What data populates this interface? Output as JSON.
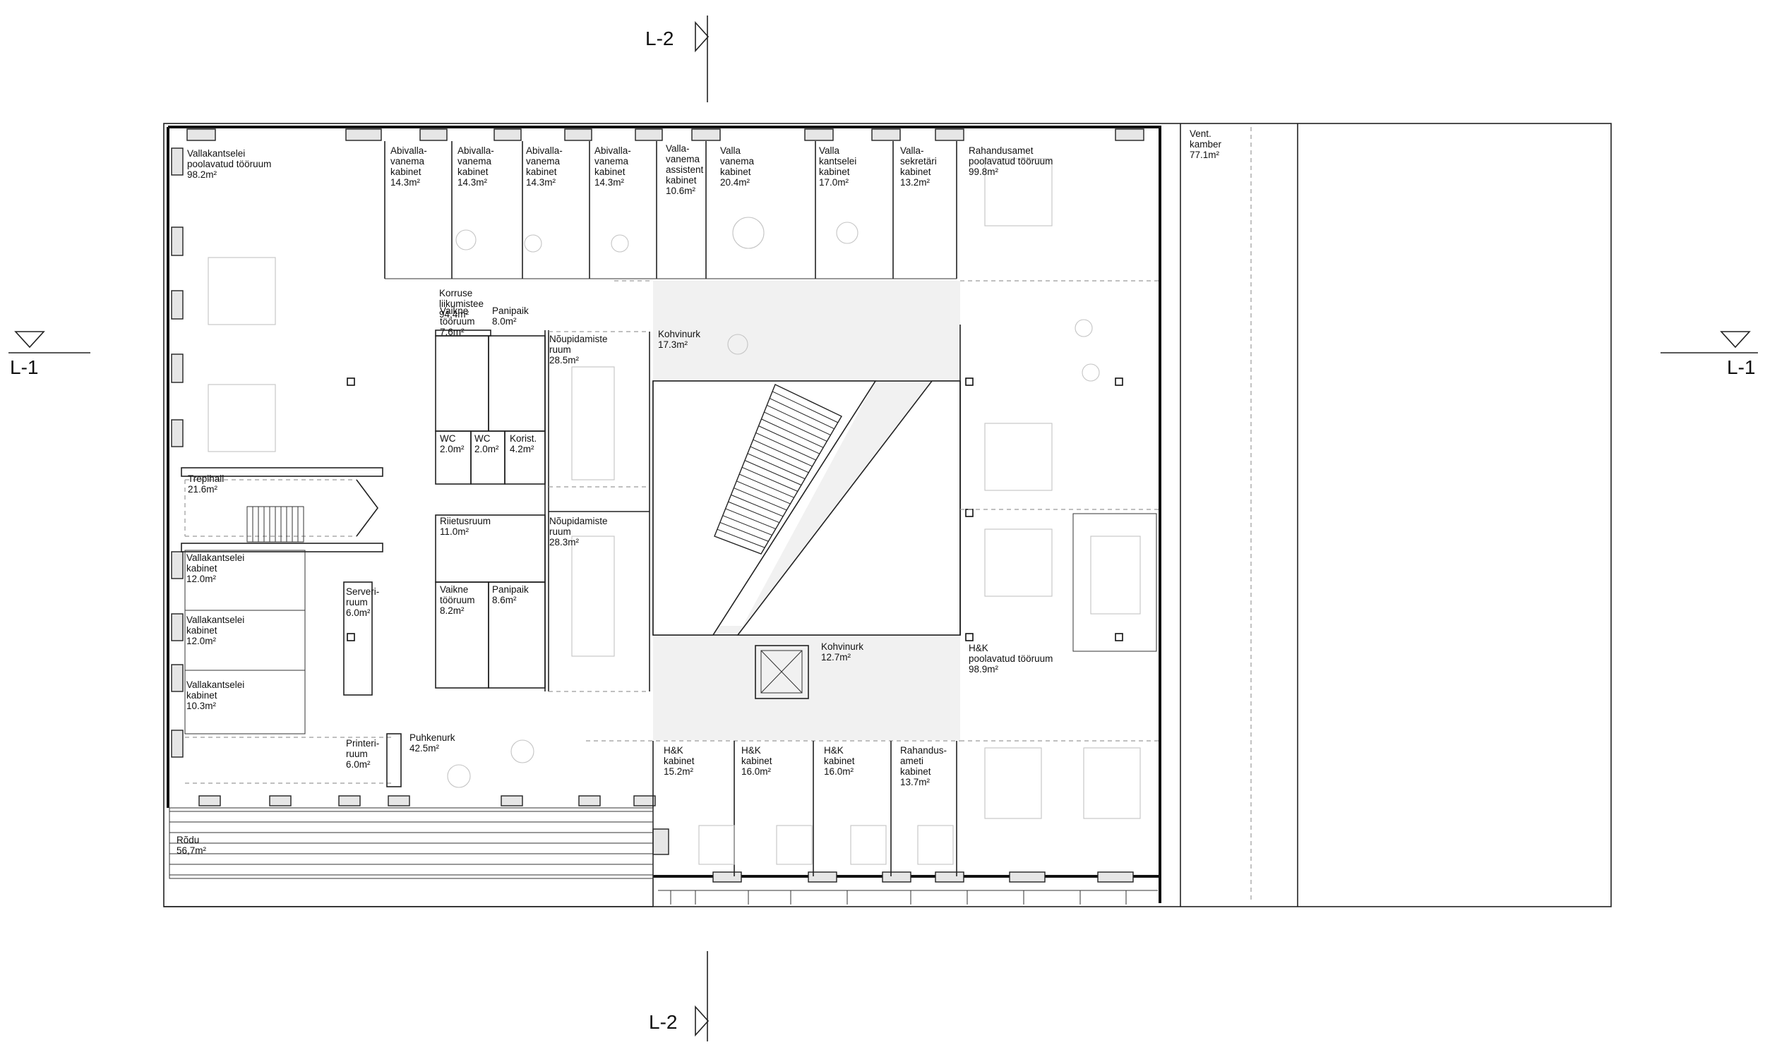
{
  "colors": {
    "wall": "#222222",
    "furniture": "#c4c4c4",
    "shaded_area": "#f1f1f1",
    "background": "#ffffff"
  },
  "section_markers": {
    "l1_left": "L-1",
    "l1_right": "L-1",
    "l2_top": "L-2",
    "l2_bottom": "L-2"
  },
  "rooms": [
    {
      "id": "vallakantselei-poolavatud",
      "lines": [
        "Vallakantselei",
        "poolavatud tööruum",
        "98.2m²"
      ]
    },
    {
      "id": "abivallavanema-1",
      "lines": [
        "Abivalla-",
        "vanema",
        "kabinet",
        "14.3m²"
      ]
    },
    {
      "id": "abivallavanema-2",
      "lines": [
        "Abivalla-",
        "vanema",
        "kabinet",
        "14.3m²"
      ]
    },
    {
      "id": "abivallavanema-3",
      "lines": [
        "Abivalla-",
        "vanema",
        "kabinet",
        "14.3m²"
      ]
    },
    {
      "id": "abivallavanema-4",
      "lines": [
        "Abivalla-",
        "vanema",
        "kabinet",
        "14.3m²"
      ]
    },
    {
      "id": "vallavanema-assistent",
      "lines": [
        "Valla-",
        "vanema",
        "assistent",
        "kabinet",
        "10.6m²"
      ]
    },
    {
      "id": "vallavanema-kabinet",
      "lines": [
        "Valla",
        "vanema",
        "kabinet",
        "20.4m²"
      ]
    },
    {
      "id": "valla-kantselei-kabinet",
      "lines": [
        "Valla",
        "kantselei",
        "kabinet",
        "17.0m²"
      ]
    },
    {
      "id": "vallasekretari",
      "lines": [
        "Valla-",
        "sekretäri",
        "kabinet",
        "13.2m²"
      ]
    },
    {
      "id": "rahandusamet-poolavatud",
      "lines": [
        "Rahandusamet",
        "poolavatud tööruum",
        "99.8m²"
      ]
    },
    {
      "id": "vent-kamber",
      "lines": [
        "Vent.",
        "kamber",
        "77.1m²"
      ]
    },
    {
      "id": "korruse-liikumistee",
      "lines": [
        "Korruse",
        "liikumistee",
        "94,4m²"
      ]
    },
    {
      "id": "vaikne-tooruum-1",
      "lines": [
        "Vaikne",
        "tööruum",
        "7.6m²"
      ]
    },
    {
      "id": "panipaik-1",
      "lines": [
        "Panipaik",
        "8.0m²"
      ]
    },
    {
      "id": "noupidamiste-1",
      "lines": [
        "Nõupidamiste",
        "ruum",
        "28.5m²"
      ]
    },
    {
      "id": "kohvinurk-1",
      "lines": [
        "Kohvinurk",
        "17.3m²"
      ]
    },
    {
      "id": "wc-1",
      "lines": [
        "WC",
        "2.0m²"
      ]
    },
    {
      "id": "wc-2",
      "lines": [
        "WC",
        "2.0m²"
      ]
    },
    {
      "id": "koristus",
      "lines": [
        "Korist.",
        "4.2m²"
      ]
    },
    {
      "id": "trepihall",
      "lines": [
        "Trepihall",
        "21.6m²"
      ]
    },
    {
      "id": "riietusruum",
      "lines": [
        "Riietusruum",
        "11.0m²"
      ]
    },
    {
      "id": "noupidamiste-2",
      "lines": [
        "Nõupidamiste",
        "ruum",
        "28.3m²"
      ]
    },
    {
      "id": "vallakantselei-kabinet-1",
      "lines": [
        "Vallakantselei",
        "kabinet",
        "12.0m²"
      ]
    },
    {
      "id": "serveriruum",
      "lines": [
        "Serveri-",
        "ruum",
        "6.0m²"
      ]
    },
    {
      "id": "vaikne-tooruum-2",
      "lines": [
        "Vaikne",
        "tööruum",
        "8.2m²"
      ]
    },
    {
      "id": "panipaik-2",
      "lines": [
        "Panipaik",
        "8.6m²"
      ]
    },
    {
      "id": "vallakantselei-kabinet-2",
      "lines": [
        "Vallakantselei",
        "kabinet",
        "12.0m²"
      ]
    },
    {
      "id": "kohvinurk-2",
      "lines": [
        "Kohvinurk",
        "12.7m²"
      ]
    },
    {
      "id": "hk-poolavatud",
      "lines": [
        "H&K",
        "poolavatud tööruum",
        "98.9m²"
      ]
    },
    {
      "id": "vallakantselei-kabinet-3",
      "lines": [
        "Vallakantselei",
        "kabinet",
        "10.3m²"
      ]
    },
    {
      "id": "printeriruum",
      "lines": [
        "Printeri-",
        "ruum",
        "6.0m²"
      ]
    },
    {
      "id": "puhkenurk",
      "lines": [
        "Puhkenurk",
        "42.5m²"
      ]
    },
    {
      "id": "hk-kabinet-1",
      "lines": [
        "H&K",
        "kabinet",
        "15.2m²"
      ]
    },
    {
      "id": "hk-kabinet-2",
      "lines": [
        "H&K",
        "kabinet",
        "16.0m²"
      ]
    },
    {
      "id": "hk-kabinet-3",
      "lines": [
        "H&K",
        "kabinet",
        "16.0m²"
      ]
    },
    {
      "id": "rahandusameti-kabinet",
      "lines": [
        "Rahandus-",
        "ameti",
        "kabinet",
        "13.7m²"
      ]
    },
    {
      "id": "rodu",
      "lines": [
        "Rõdu",
        "56,7m²"
      ]
    }
  ]
}
